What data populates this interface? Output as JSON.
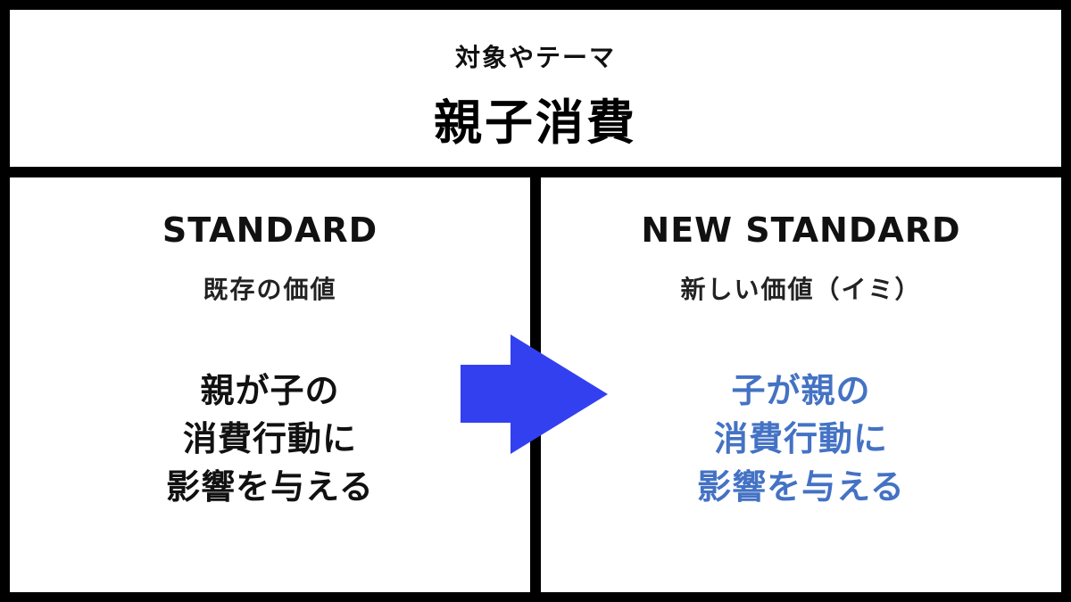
{
  "top": {
    "label": "対象やテーマ",
    "title": "親子消費"
  },
  "left": {
    "heading": "STANDARD",
    "subheading": "既存の価値",
    "body_lines": [
      "親が子の",
      "消費行動に",
      "影響を与える"
    ]
  },
  "right": {
    "heading": "NEW STANDARD",
    "subheading": "新しい価値（イミ）",
    "body_lines": [
      "子が親の",
      "消費行動に",
      "影響を与える"
    ]
  },
  "colors": {
    "arrow": "#3340f0",
    "highlight_text": "#4472c4",
    "border": "#000000"
  },
  "icons": {
    "arrow": "right-arrow-icon"
  }
}
